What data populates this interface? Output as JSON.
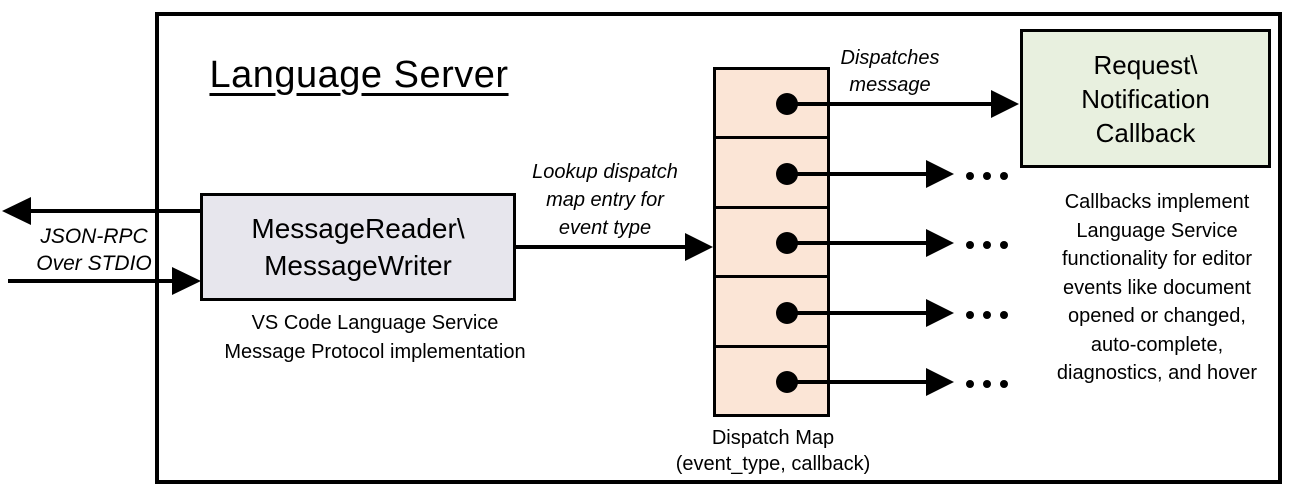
{
  "diagram": {
    "title": "Language Server",
    "reader_box": {
      "line1": "MessageReader\\",
      "line2": "MessageWriter"
    },
    "reader_caption": {
      "line1": "VS Code Language Service",
      "line2": "Message Protocol implementation"
    },
    "stdio_label": {
      "line1": "JSON-RPC",
      "line2": "Over STDIO"
    },
    "lookup_label": {
      "line1": "Lookup dispatch",
      "line2": "map entry for",
      "line3": "event type"
    },
    "dispatches_label": {
      "line1": "Dispatches",
      "line2": "message"
    },
    "dispatch_map": {
      "row_count": 5,
      "label_line1": "Dispatch Map",
      "label_line2": "(event_type, callback)"
    },
    "callback_box": {
      "line1": "Request\\",
      "line2": "Notification",
      "line3": "Callback"
    },
    "callbacks_note": {
      "lines": [
        "Callbacks implement",
        "Language Service",
        "functionality for editor",
        "events like document",
        "opened or changed,",
        "auto-complete,",
        "diagnostics, and hover"
      ]
    },
    "colors": {
      "reader_fill": "#E7E6ED",
      "map_fill": "#FBE5D6",
      "callback_fill": "#E8F0DF",
      "stroke": "#000000"
    }
  }
}
